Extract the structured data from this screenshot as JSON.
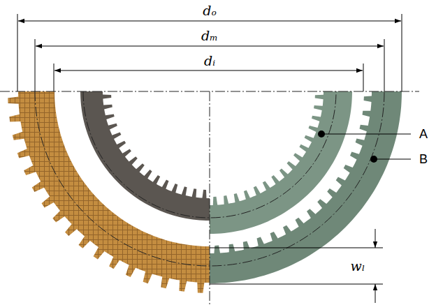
{
  "diagram": {
    "labels": [
      "dₒ",
      "dₘ",
      "dᵢ",
      "A",
      "B",
      "wₗ"
    ]
  }
}
